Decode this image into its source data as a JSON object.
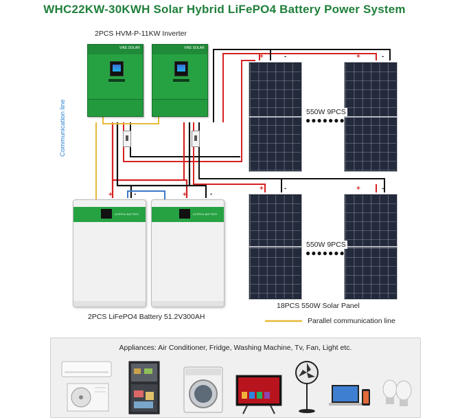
{
  "title": "WHC22KW-30KWH Solar Hybrid LiFePO4 Battery Power System",
  "inverters": {
    "label": "2PCS HVM-P-11KW Inverter",
    "brand": "VIKE SOLAR"
  },
  "batteries": {
    "label": "2PCS LiFePO4 Battery 51.2V300AH",
    "unit_name": "LIFEPO4 BATTERY"
  },
  "solar": {
    "array_top_label": "550W 9PCS",
    "array_bottom_label": "550W 9PCS",
    "total_label": "18PCS 550W Solar Panel"
  },
  "communication": {
    "vertical_label": "Communication line",
    "legend_label": "Parallel communication line"
  },
  "polarity": {
    "plus": "+",
    "minus": "-"
  },
  "appliances": {
    "title": "Appliances: Air Conditioner, Fridge, Washing Machine, Tv, Fan, Light etc.",
    "items": [
      "air-conditioner",
      "fridge",
      "washing-machine",
      "tv",
      "fan",
      "laptop-phone",
      "light-bulbs"
    ]
  },
  "colors": {
    "title": "#1f7f3a",
    "inverter_green": "#27a243",
    "dc_positive": "#d62020",
    "dc_negative": "#111111",
    "communication_line": "#e8b83a",
    "comm_vertical_text": "#2a7fd0",
    "ac_line": "#3a78c9"
  }
}
